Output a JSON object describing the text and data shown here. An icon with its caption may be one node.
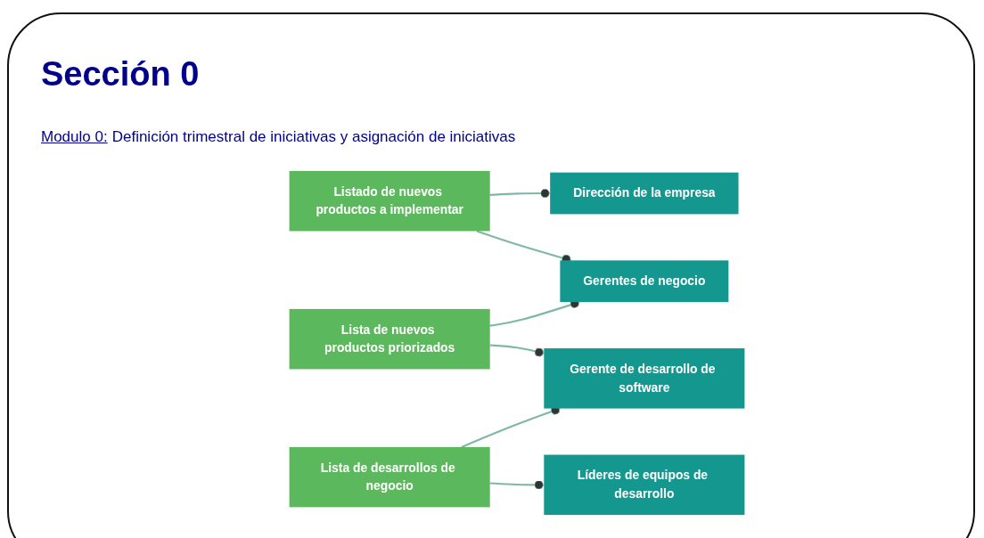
{
  "diagram": {
    "title": "Sección 0",
    "nodes": [
      {
        "text": [
          "Dirección de la empresa"
        ]
      },
      {
        "text": [
          "Listado de nuevos productos a implementar"
        ]
      },
      {
        "text": [
          "Gerentes de negocio"
        ]
      },
      {
        "text": [
          "Lista de nuevos productos priorizados"
        ]
      },
      {
        "text": [
          "Gerente de desarrollo de software"
        ]
      },
      {
        "text": [
          "Lista de desarrollos de negocio"
        ]
      },
      {
        "text": [
          "Líderes de equipos de desarrollo"
        ]
      }
    ],
    "edges": [
      {
        "from": 1,
        "to": 0,
        "arrow": "other"
      },
      {
        "from": 1,
        "to": 2,
        "arrow": "other"
      },
      {
        "from": 3,
        "to": 2,
        "arrow": "other"
      },
      {
        "from": 3,
        "to": 4,
        "arrow": "other"
      },
      {
        "from": 5,
        "to": 4,
        "arrow": "other"
      },
      {
        "from": 5,
        "to": 6,
        "arrow": "other"
      }
    ],
    "labels": [
      "Modulo 0:",
      "Definición trimestral de iniciativas y asignación de iniciativas"
    ]
  }
}
